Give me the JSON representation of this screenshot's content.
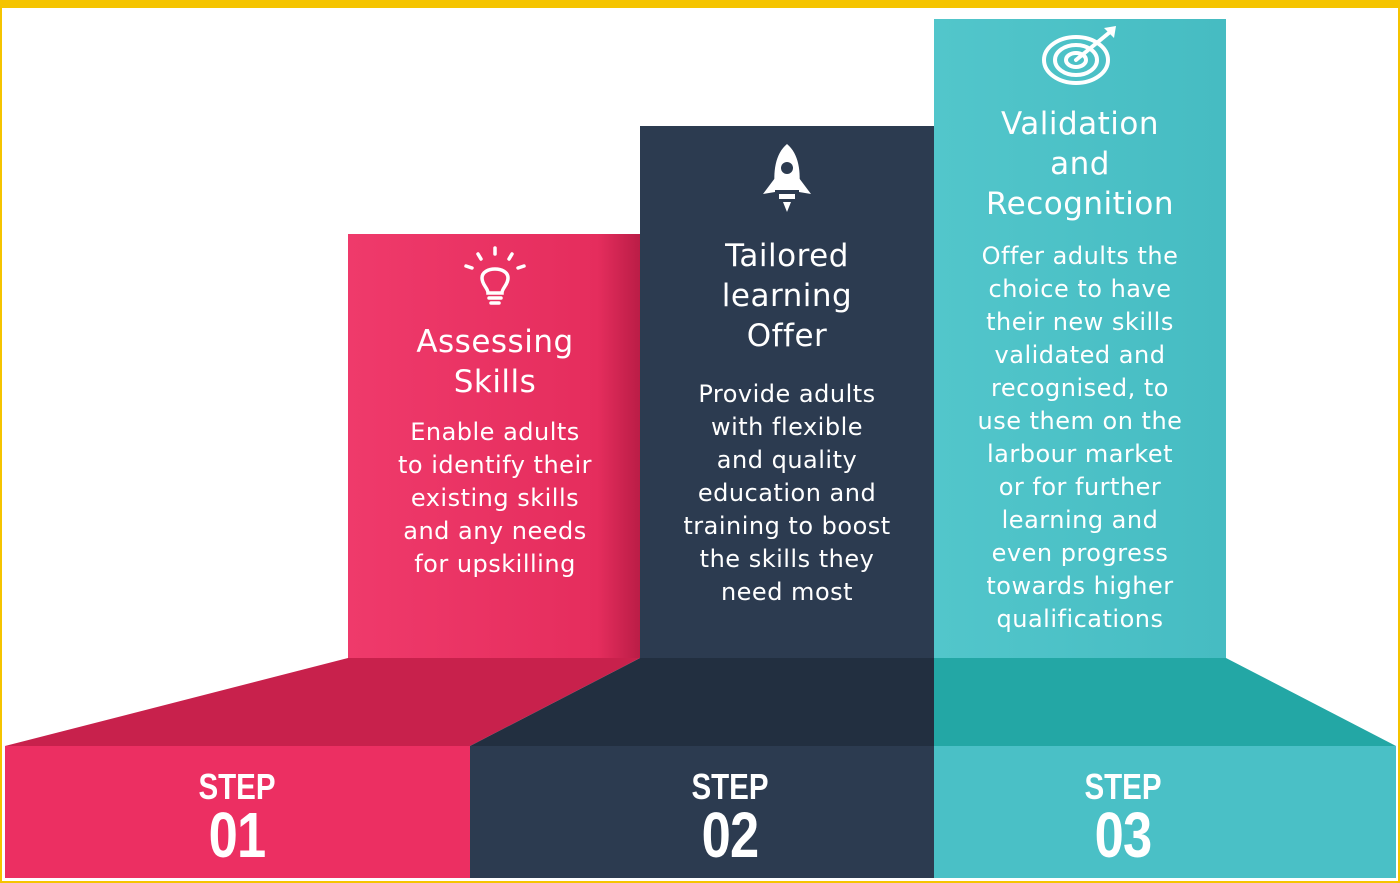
{
  "colors": {
    "step1": "#ec2f62",
    "step2": "#2c3b50",
    "step3": "#4ac0c6",
    "frame": "#f5c400"
  },
  "steps": [
    {
      "icon": "lightbulb-icon",
      "title": "Assessing\nSkills",
      "description": "Enable adults\nto identify their\nexisting skills\nand any needs\nfor upskilling",
      "label_word": "STEP",
      "label_number": "01"
    },
    {
      "icon": "rocket-icon",
      "title": "Tailored\nlearning\nOffer",
      "description": "Provide adults\nwith flexible\nand quality\neducation and\ntraining to boost\nthe skills they\nneed most",
      "label_word": "STEP",
      "label_number": "02"
    },
    {
      "icon": "target-icon",
      "title": "Validation\nand\nRecognition",
      "description": "Offer adults the\nchoice to have\ntheir new skills\nvalidated and\nrecognised, to\nuse them on the\nlarbour market\nor for further\nlearning and\neven progress\ntowards higher\nqualifications",
      "label_word": "STEP",
      "label_number": "03"
    }
  ]
}
